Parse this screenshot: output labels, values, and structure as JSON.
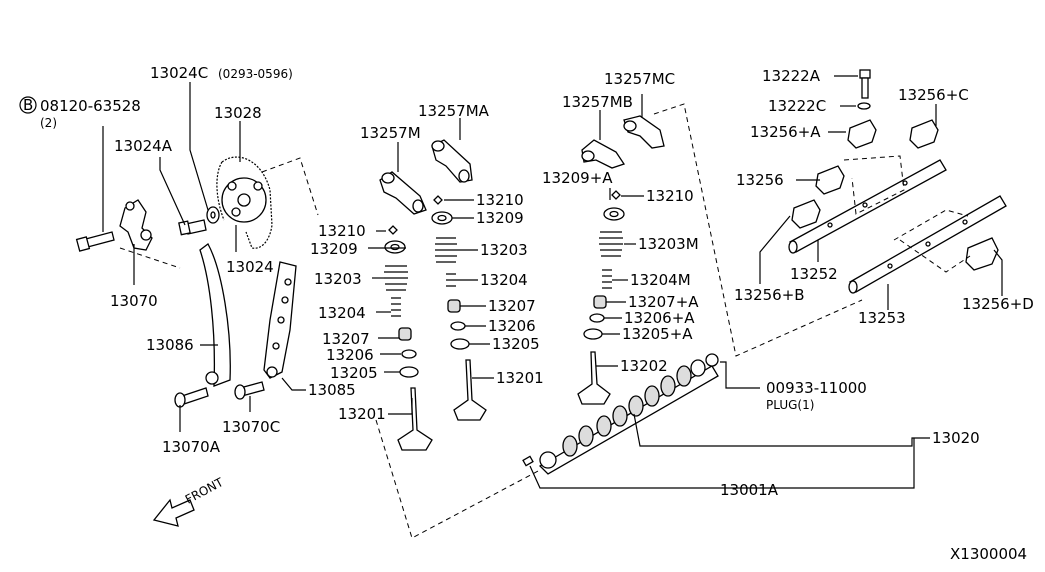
{
  "diagram_id": "X1300004",
  "front_label": "FRONT",
  "labels": {
    "bolt_ref": "08120-63528",
    "bolt_ref_qty": "(2)",
    "bolt_ref_circle": "B",
    "p13024C": "13024C",
    "p13024C_note": "(0293-0596)",
    "p13028": "13028",
    "p13024A": "13024A",
    "p13024": "13024",
    "p13070": "13070",
    "p13086": "13086",
    "p13070A": "13070A",
    "p13070C": "13070C",
    "p13085": "13085",
    "p13257M": "13257M",
    "p13257MA": "13257MA",
    "p13210_l": "13210",
    "p13209_l": "13209",
    "p13203_l": "13203",
    "p13204_l": "13204",
    "p13207_l": "13207",
    "p13206_l": "13206",
    "p13205_l": "13205",
    "p13201_l": "13201",
    "p13210_r": "13210",
    "p13209_r": "13209",
    "p13203_r": "13203",
    "p13204_r": "13204",
    "p13207_r": "13207",
    "p13206_r": "13206",
    "p13205_r": "13205",
    "p13201_r": "13201",
    "p13257MC": "13257MC",
    "p13257MB": "13257MB",
    "p13209A": "13209+A",
    "p13210_m": "13210",
    "p13203M": "13203M",
    "p13204M": "13204M",
    "p13207A": "13207+A",
    "p13206A": "13206+A",
    "p13205A": "13205+A",
    "p13202": "13202",
    "p13222A": "13222A",
    "p13222C": "13222C",
    "p13256C": "13256+C",
    "p13256A": "13256+A",
    "p13256": "13256",
    "p13252": "13252",
    "p13256B": "13256+B",
    "p13253": "13253",
    "p13256D": "13256+D",
    "plug_ref": "00933-11000",
    "plug_label": "PLUG(1)",
    "p13020": "13020",
    "p13001A": "13001A"
  }
}
